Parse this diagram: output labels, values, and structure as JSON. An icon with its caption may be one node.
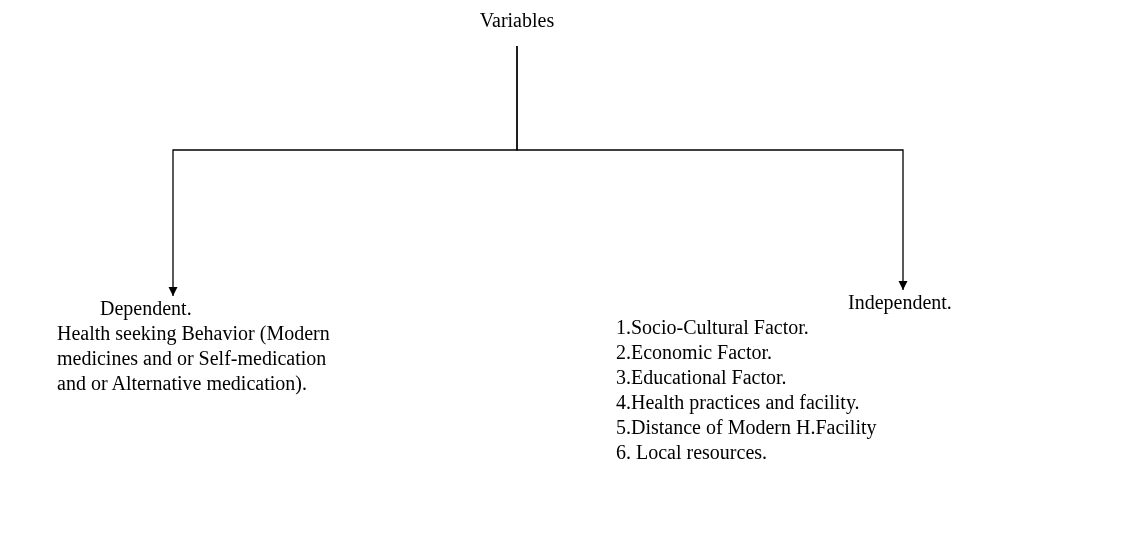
{
  "diagram": {
    "nodes": [
      {
        "text": [
          "Variables"
        ]
      },
      {
        "text": [
          "Dependent.",
          "Health seeking Behavior (Modern medicines and or Self-medication and or Alternative medication)."
        ]
      },
      {
        "text": [
          "Independent.",
          "1.Socio-Cultural Factor.",
          "2.Economic Factor.",
          "3.Educational Factor.",
          "4.Health practices and facility.",
          "5.Distance of Modern H.Facility",
          "6. Local resources."
        ]
      }
    ],
    "edges": [
      {
        "from": 0,
        "to": 1,
        "arrow": "to"
      },
      {
        "from": 0,
        "to": 2,
        "arrow": "to"
      }
    ]
  }
}
